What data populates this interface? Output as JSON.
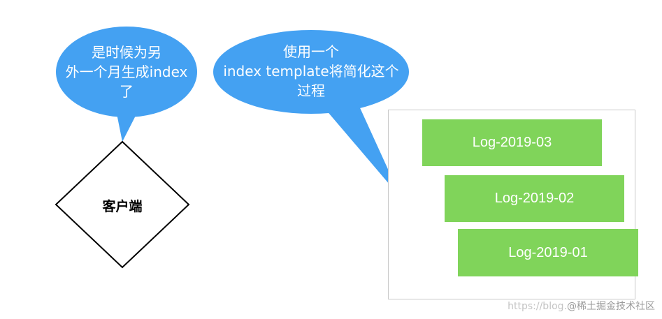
{
  "colors": {
    "bubble_fill": "#44a1f2",
    "log_fill": "#80d45a",
    "container_border": "#c8c8c8",
    "diamond_stroke": "#000000"
  },
  "bubble_left": {
    "lines": [
      "是时候为另",
      "外一个月生成index",
      "了"
    ]
  },
  "bubble_right": {
    "lines": [
      "使用一个",
      "index template将简化这个",
      "过程"
    ]
  },
  "client": {
    "label": "客户端"
  },
  "logs": [
    {
      "label": "Log-2019-03"
    },
    {
      "label": "Log-2019-02"
    },
    {
      "label": "Log-2019-01"
    }
  ],
  "watermark": {
    "url": "https://blog.",
    "brand": "@稀土掘金技术社区"
  }
}
